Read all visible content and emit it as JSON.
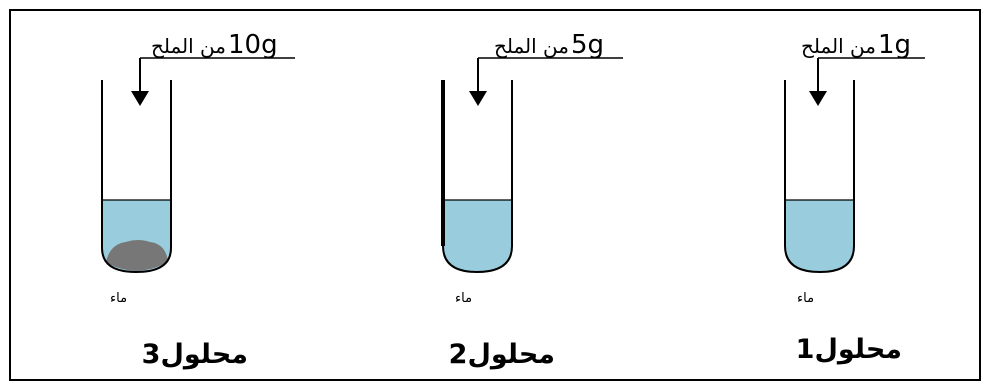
{
  "diagram": {
    "tubes": [
      {
        "id": "tube-3",
        "mass_label": "10g",
        "salt_text": "من الملح",
        "water_label": "ماء",
        "solution_word": "محلول",
        "solution_number": "3",
        "undissolved_salt": true
      },
      {
        "id": "tube-2",
        "mass_label": "5g",
        "salt_text": "من الملح",
        "water_label": "ماء",
        "solution_word": "محلول",
        "solution_number": "2",
        "undissolved_salt": false
      },
      {
        "id": "tube-1",
        "mass_label": "1g",
        "salt_text": "من الملح",
        "water_label": "ماء",
        "solution_word": "محلول",
        "solution_number": "1",
        "undissolved_salt": false
      }
    ],
    "colors": {
      "water": "#99ccdd",
      "salt_sediment": "#777777",
      "lines": "#000000",
      "border": "#000000"
    }
  }
}
